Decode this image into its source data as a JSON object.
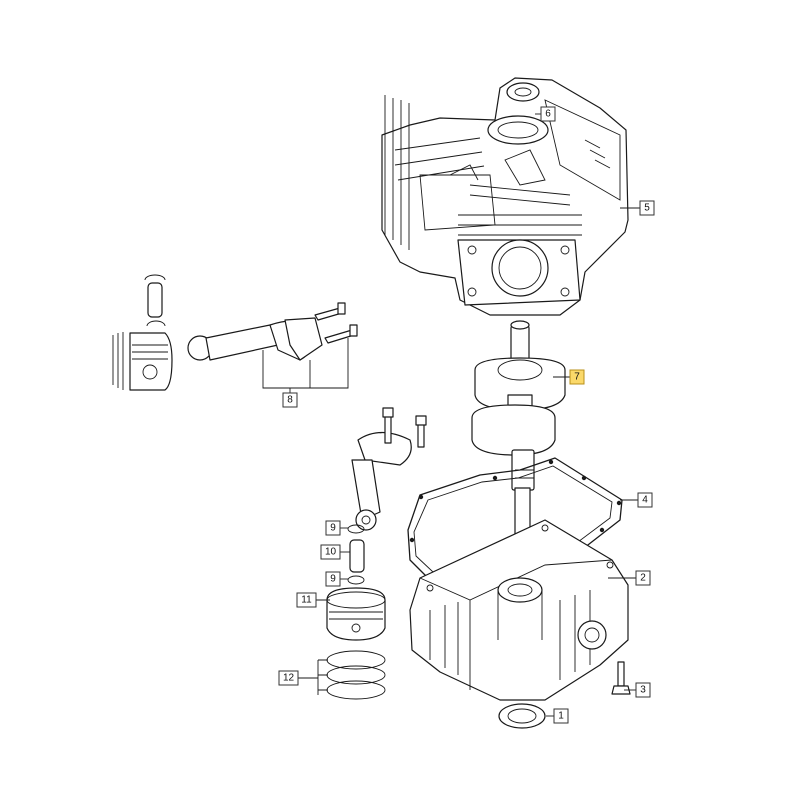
{
  "callouts": [
    {
      "id": "1",
      "label": "1",
      "highlighted": false
    },
    {
      "id": "2",
      "label": "2",
      "highlighted": false
    },
    {
      "id": "3",
      "label": "3",
      "highlighted": false
    },
    {
      "id": "4",
      "label": "4",
      "highlighted": false
    },
    {
      "id": "5",
      "label": "5",
      "highlighted": false
    },
    {
      "id": "6",
      "label": "6",
      "highlighted": false
    },
    {
      "id": "7",
      "label": "7",
      "highlighted": true
    },
    {
      "id": "8",
      "label": "8",
      "highlighted": false
    },
    {
      "id": "9a",
      "label": "9",
      "highlighted": false
    },
    {
      "id": "9b",
      "label": "9",
      "highlighted": false
    },
    {
      "id": "10",
      "label": "10",
      "highlighted": false
    },
    {
      "id": "11",
      "label": "11",
      "highlighted": false
    },
    {
      "id": "12",
      "label": "12",
      "highlighted": false
    }
  ],
  "colors": {
    "highlight_fill": "#fbd96a",
    "line": "#1a1a1a",
    "background": "#ffffff"
  }
}
